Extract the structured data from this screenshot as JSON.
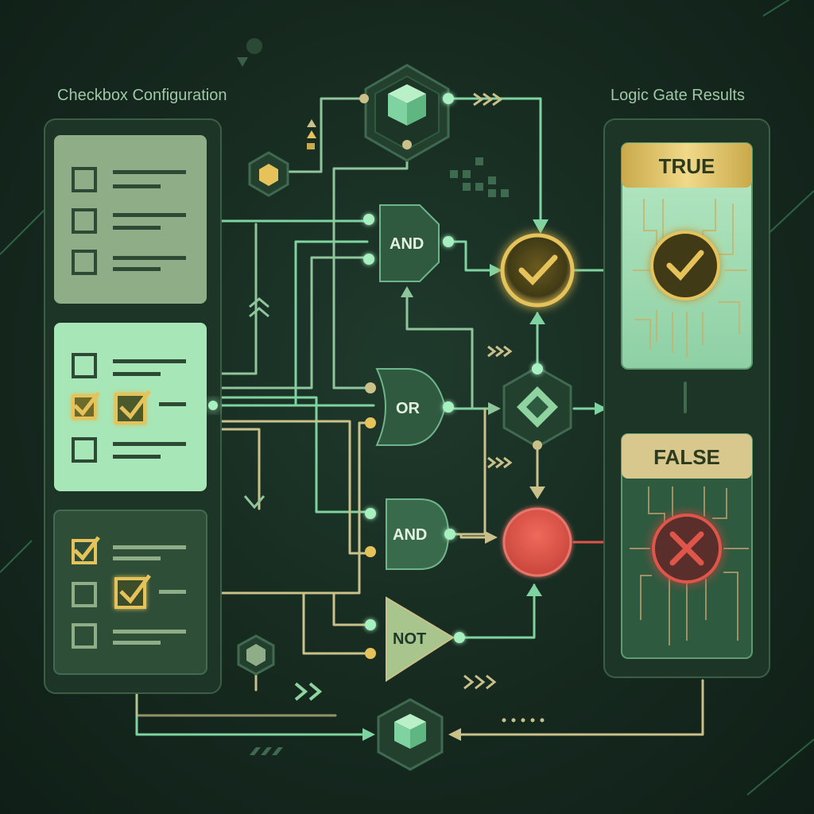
{
  "headings": {
    "left": "Checkbox Configuration",
    "right": "Logic Gate Results"
  },
  "gates": {
    "and_top": "AND",
    "or_mid": "OR",
    "and_bottom": "AND",
    "not_bottom": "NOT"
  },
  "results": {
    "true_label": "TRUE",
    "false_label": "FALSE"
  },
  "colors": {
    "background": "#16291f",
    "panel": "#1c3526",
    "panel_border": "#3b5e45",
    "card_muted": "#8fae87",
    "card_active": "#a7e6b7",
    "card_dark": "#2e4e38",
    "wire_mint": "#7fd3a0",
    "wire_gold": "#c9c08a",
    "gold": "#e5c35a",
    "true_panel": "#9ed9b0",
    "false_panel": "#2e5a3f",
    "false_red": "#e0554a"
  },
  "icons": {
    "check": "check-icon",
    "cross": "cross-icon",
    "cube": "cube-icon",
    "diamond": "diamond-icon",
    "chevrons": "chevron-right-icon"
  },
  "checkbox_groups": [
    {
      "name": "group-1",
      "boxes": [
        false,
        false,
        false
      ]
    },
    {
      "name": "group-2",
      "boxes": [
        false,
        true,
        false
      ]
    },
    {
      "name": "group-3",
      "boxes": [
        true,
        true,
        false
      ]
    }
  ]
}
